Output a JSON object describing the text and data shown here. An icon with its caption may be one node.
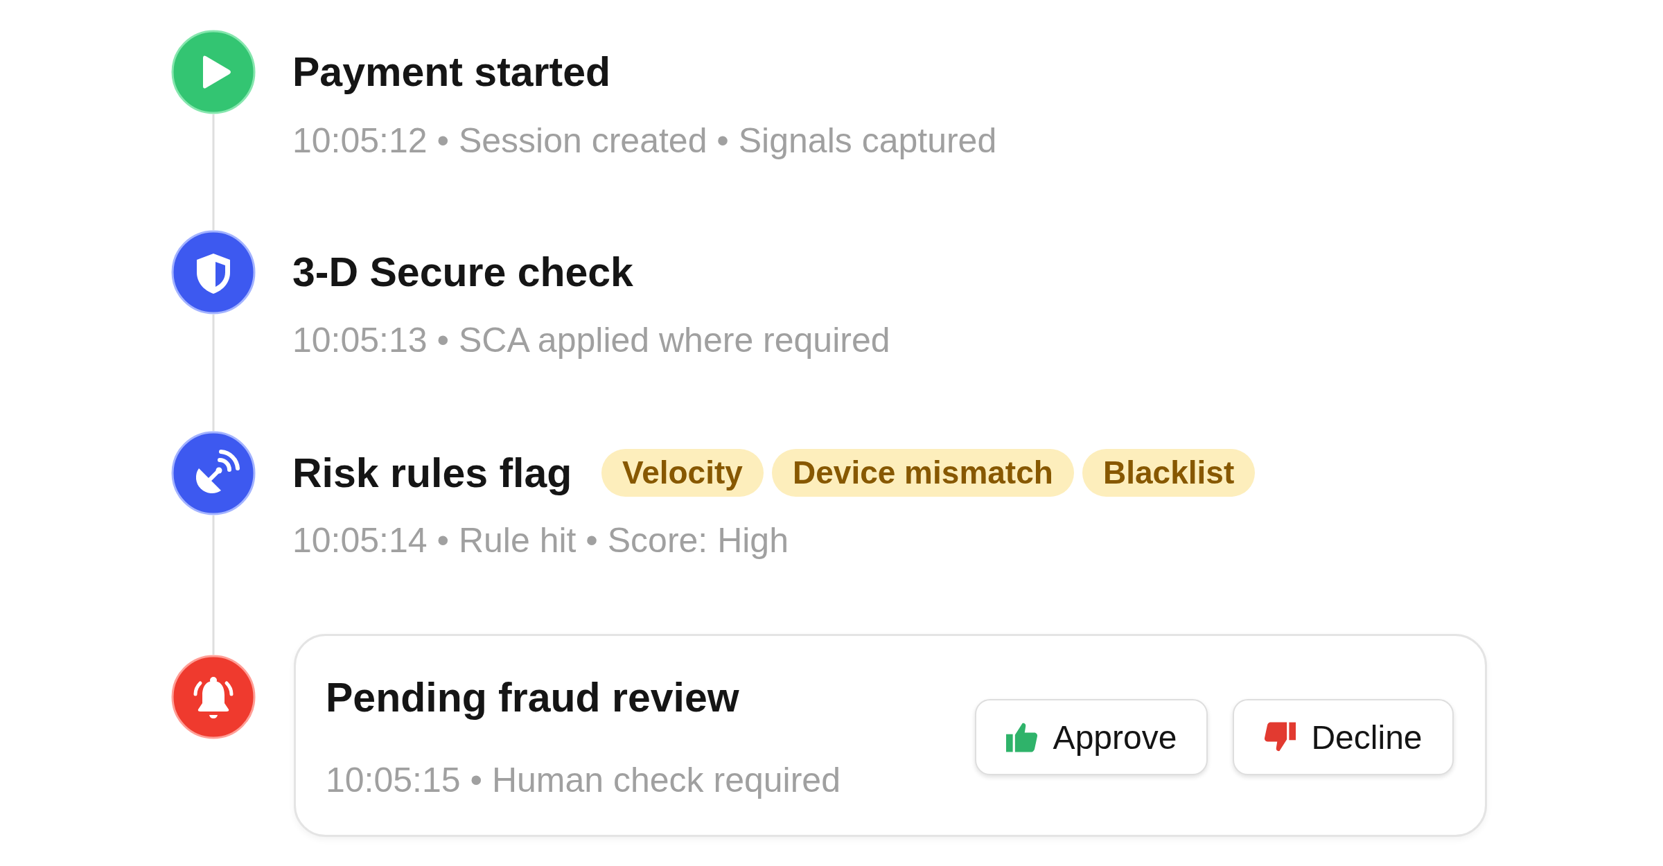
{
  "diagram": {
    "nodes": [
      {
        "text": [],
        "shape": "circle",
        "beside": [
          "Payment started",
          "10:05:12 • Session created • Signals captured"
        ]
      },
      {
        "text": [],
        "shape": "circle",
        "beside": [
          "3-D Secure check",
          "10:05:13 • SCA applied where required"
        ]
      },
      {
        "text": [],
        "shape": "circle",
        "beside": [
          "Risk rules flag",
          "10:05:14 • Rule hit • Score: High"
        ]
      },
      {
        "text": [
          "Velocity"
        ]
      },
      {
        "text": [
          "Device mismatch"
        ]
      },
      {
        "text": [
          "Blacklist"
        ]
      },
      {
        "text": [],
        "shape": "circle"
      },
      {
        "text": [
          "Pending fraud review",
          "10:05:15 • Human check required"
        ]
      },
      {
        "text": [
          "Approve"
        ],
        "in": 7
      },
      {
        "text": [
          "Decline"
        ],
        "in": 7
      }
    ],
    "edges": [
      {
        "from": 0,
        "to": 1,
        "arrow": "none"
      },
      {
        "from": 1,
        "to": 2,
        "arrow": "none"
      },
      {
        "from": 2,
        "to": 6,
        "arrow": "none"
      }
    ]
  }
}
